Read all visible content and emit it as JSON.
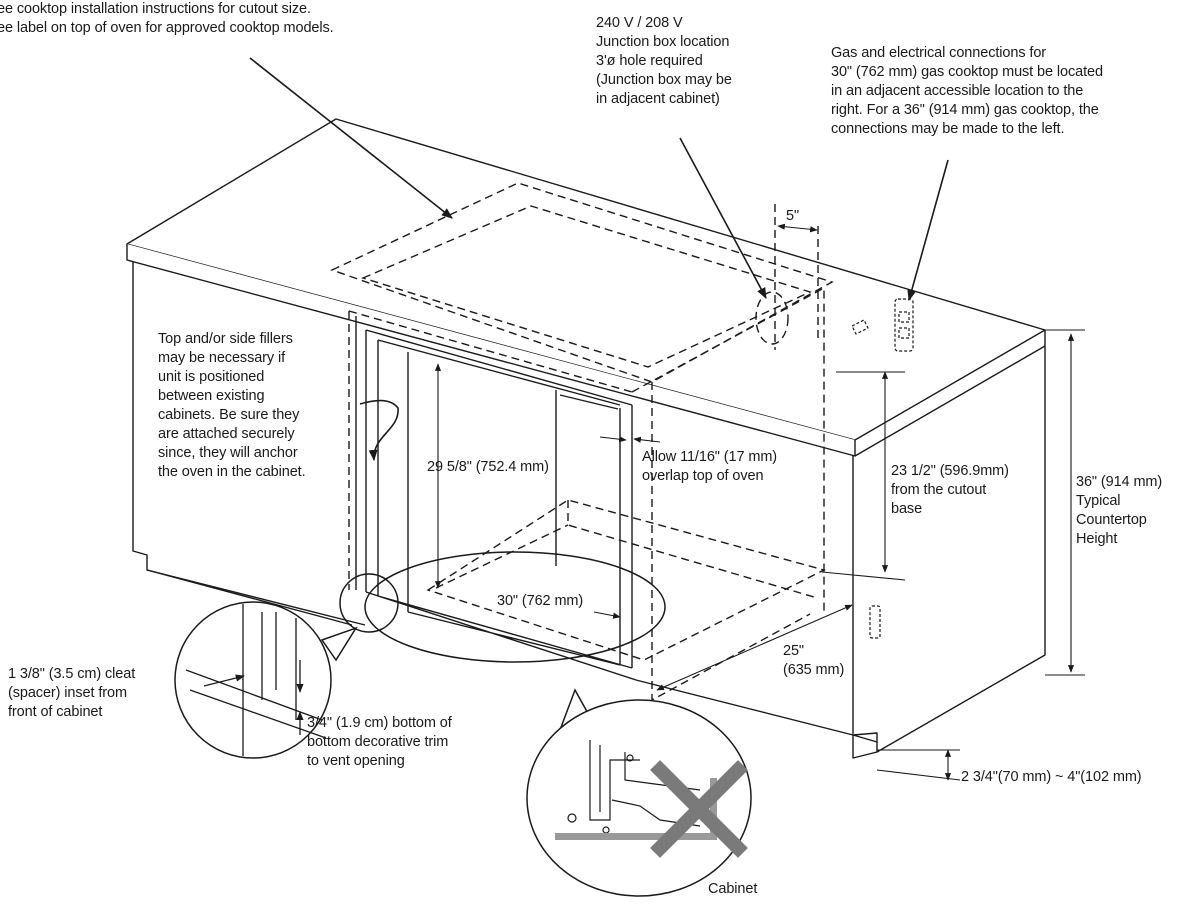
{
  "notes": {
    "cooktop_note": [
      "ee cooktop installation instructions for cutout size.",
      "ee label on top of oven for approved cooktop models."
    ],
    "junction_box": [
      "240 V / 208 V",
      "Junction box location",
      "3'ø hole required",
      "(Junction box may be",
      "in adjacent cabinet)"
    ],
    "gas_electrical": [
      "Gas and electrical connections for",
      "30\" (762 mm) gas cooktop must be located",
      "in an adjacent accessible location to the",
      "right. For a 36\" (914 mm) gas cooktop, the",
      "connections may be made to the left."
    ],
    "fillers": [
      "Top and/or side fillers",
      "may be necessary if",
      "unit is positioned",
      "between existing",
      "cabinets. Be sure they",
      "are attached securely",
      "since, they will anchor",
      "the oven in the cabinet."
    ],
    "cleat": [
      "1 3/8\" (3.5 cm) cleat",
      "(spacer) inset from",
      "front of cabinet"
    ],
    "trim": [
      "3/4\" (1.9 cm) bottom of",
      "bottom decorative trim",
      "to vent opening"
    ]
  },
  "dimensions": {
    "five_inch": "5\"",
    "cutout_height": "29 5/8\" (752.4 mm)",
    "overlap": [
      "Allow 11/16\" (17 mm)",
      "overlap top of oven"
    ],
    "cutout_base": [
      "23 1/2\" (596.9mm)",
      "from the cutout",
      "base"
    ],
    "countertop": [
      "36\" (914 mm)",
      "Typical",
      "Countertop",
      "Height"
    ],
    "width": "30\" (762 mm)",
    "depth": [
      "25\"",
      "(635 mm)"
    ],
    "toe_kick": "2 3/4\"(70 mm) ~ 4\"(102 mm)"
  },
  "callouts": {
    "cabinet": "Cabinet"
  }
}
